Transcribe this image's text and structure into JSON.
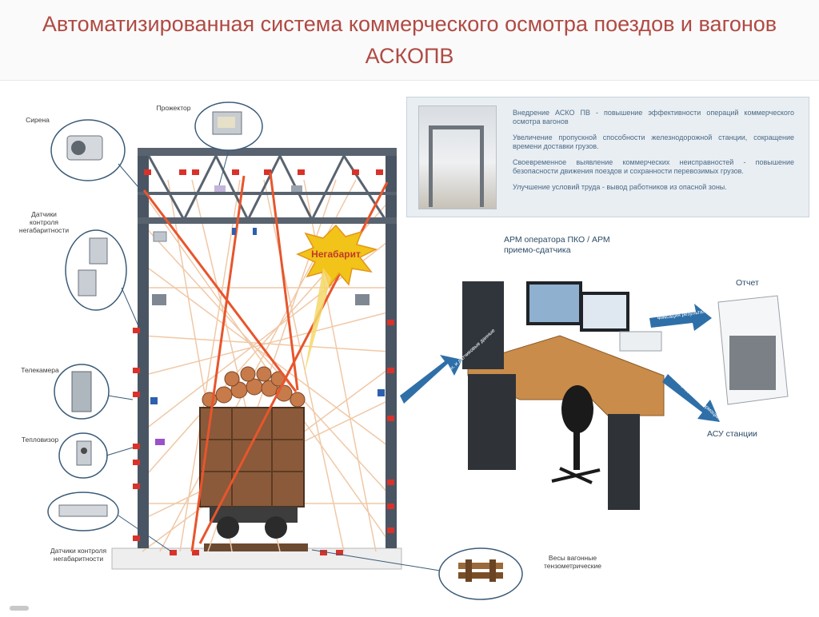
{
  "title": "Автоматизированная система коммерческого осмотра поездов и вагонов АСКОПВ",
  "info_panel": {
    "paragraphs": [
      "Внедрение АСКО ПВ - повышение эффективности операций коммерческого осмотра вагонов",
      "Увеличение пропускной способности железнодорожной станции, сокращение времени доставки грузов.",
      "Своевременное выявление коммерческих неисправностей - повышение безопасности движения поездов и сохранности перевозимых грузов.",
      "Улучшение условий труда - вывод работников из опасной зоны."
    ]
  },
  "labels": {
    "siren": "Сирена",
    "projector": "Прожектор",
    "oversize_sensors_top": "Датчики контроля негабаритности",
    "tv_camera": "Телекамера",
    "thermal_imager": "Тепловизор",
    "oversize_sensors_bottom": "Датчики контроля негабаритности",
    "oversize_alert": "Негабарит",
    "scales": "Весы вагонные тензометрические",
    "workstation": "АРМ оператора ПКО / АРМ приемо-сдатчика",
    "report": "Отчет",
    "station_acs": "АСУ станции",
    "arrow_to_arm": "Видео-, тепловизионн. и датчиковые данные",
    "arrow_to_report": "Фиксация результатов",
    "arrow_to_acs": "Передача информации"
  },
  "colors": {
    "title": "#b04a43",
    "info_text": "#4a6a86",
    "laser": "#e8552c",
    "beam": "#f2c9a8",
    "frame": "#3f4a57",
    "arrow": "#2e6fa8",
    "alert": "#f2c318"
  }
}
